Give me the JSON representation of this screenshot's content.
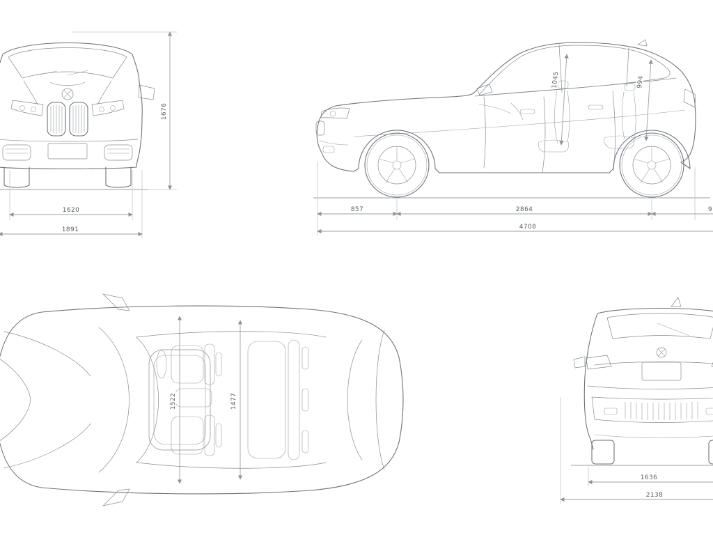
{
  "diagram": {
    "type": "vehicle-dimensions-blueprint",
    "background": "#ffffff",
    "line_color": "#6e737a",
    "dim_color": "#5a5f64",
    "views": {
      "front": {
        "label": "front-view",
        "overall_height": "1676",
        "track_width": "1620",
        "overall_width": "1891"
      },
      "side": {
        "label": "side-view",
        "front_overhang": "857",
        "wheelbase": "2864",
        "overall_length": "4708",
        "front_headroom": "1045",
        "rear_headroom": "994",
        "rear_overhang_cropped": "9"
      },
      "top": {
        "label": "top-view",
        "front_interior_width": "1522",
        "rear_interior_width": "1477"
      },
      "rear": {
        "label": "rear-view",
        "rear_track_width": "1636",
        "width_incl_mirrors": "2138"
      }
    }
  }
}
